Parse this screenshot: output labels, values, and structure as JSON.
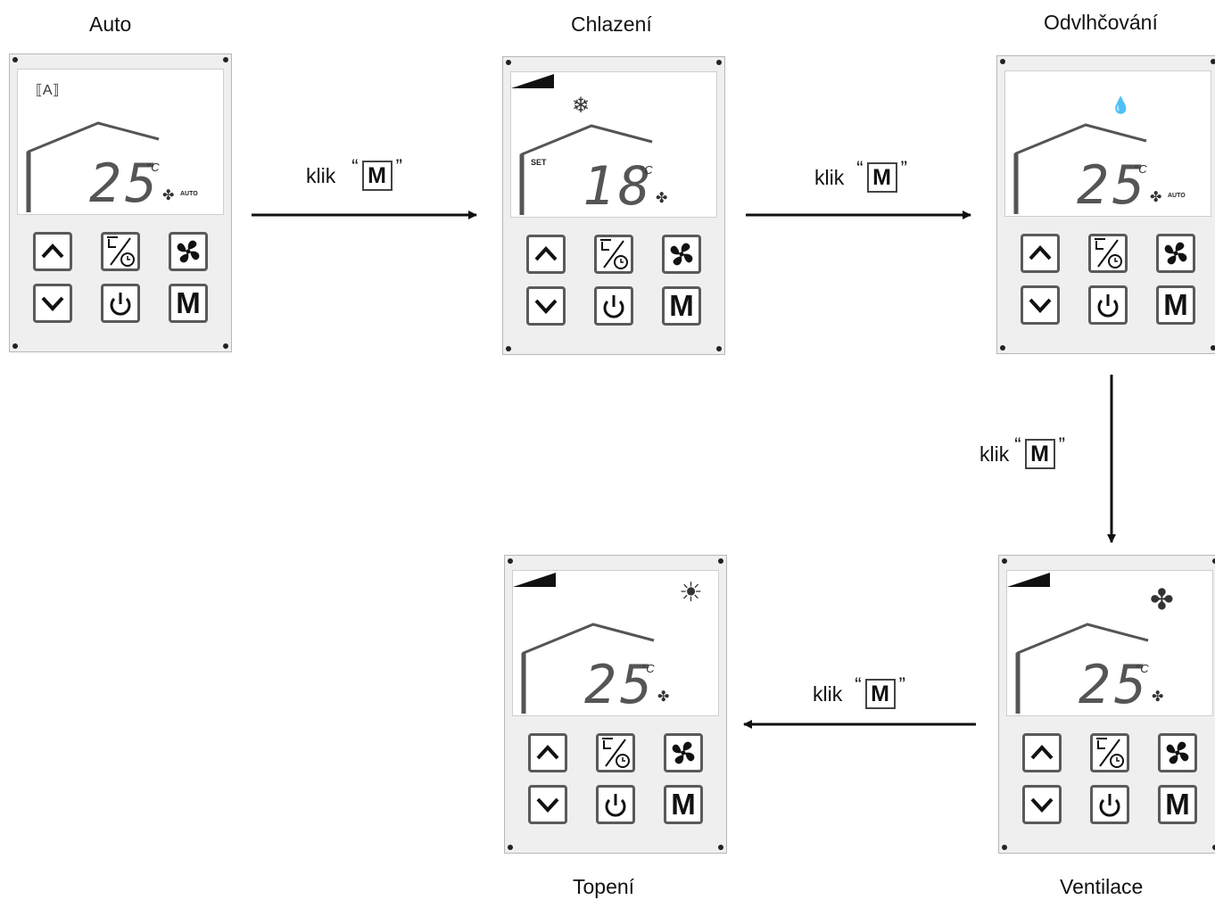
{
  "modes": [
    {
      "id": "auto",
      "title": "Auto",
      "temperature": "25",
      "unit": "°C",
      "fan_label": "AUTO",
      "set_label": "",
      "mode_icon": "auto-mode-icon"
    },
    {
      "id": "cooling",
      "title": "Chlazení",
      "temperature": "18",
      "unit": "°C",
      "fan_label": "",
      "set_label": "SET",
      "mode_icon": "snowflake-icon"
    },
    {
      "id": "dehumidify",
      "title": "Odvlhčování",
      "temperature": "25",
      "unit": "°C",
      "fan_label": "AUTO",
      "set_label": "",
      "mode_icon": "droplet-icon"
    },
    {
      "id": "ventilation",
      "title": "Ventilace",
      "temperature": "25",
      "unit": "°C",
      "fan_label": "",
      "set_label": "",
      "mode_icon": "fan-icon"
    },
    {
      "id": "heating",
      "title": "Topení",
      "temperature": "25",
      "unit": "°C",
      "fan_label": "",
      "set_label": "",
      "mode_icon": "sun-icon"
    }
  ],
  "transitions": [
    {
      "label": "klik",
      "open_quote": "“",
      "key": "M",
      "close_quote": "”"
    },
    {
      "label": "klik",
      "open_quote": "“",
      "key": "M",
      "close_quote": "”"
    },
    {
      "label": "klik",
      "open_quote": "“",
      "key": "M",
      "close_quote": "”"
    },
    {
      "label": "klik",
      "open_quote": "“",
      "key": "M",
      "close_quote": "”"
    }
  ],
  "buttons": {
    "m_label": "M"
  },
  "colors": {
    "panel": "#efefef",
    "lcd_segment": "#555555",
    "button_border": "#5a5a5a"
  }
}
